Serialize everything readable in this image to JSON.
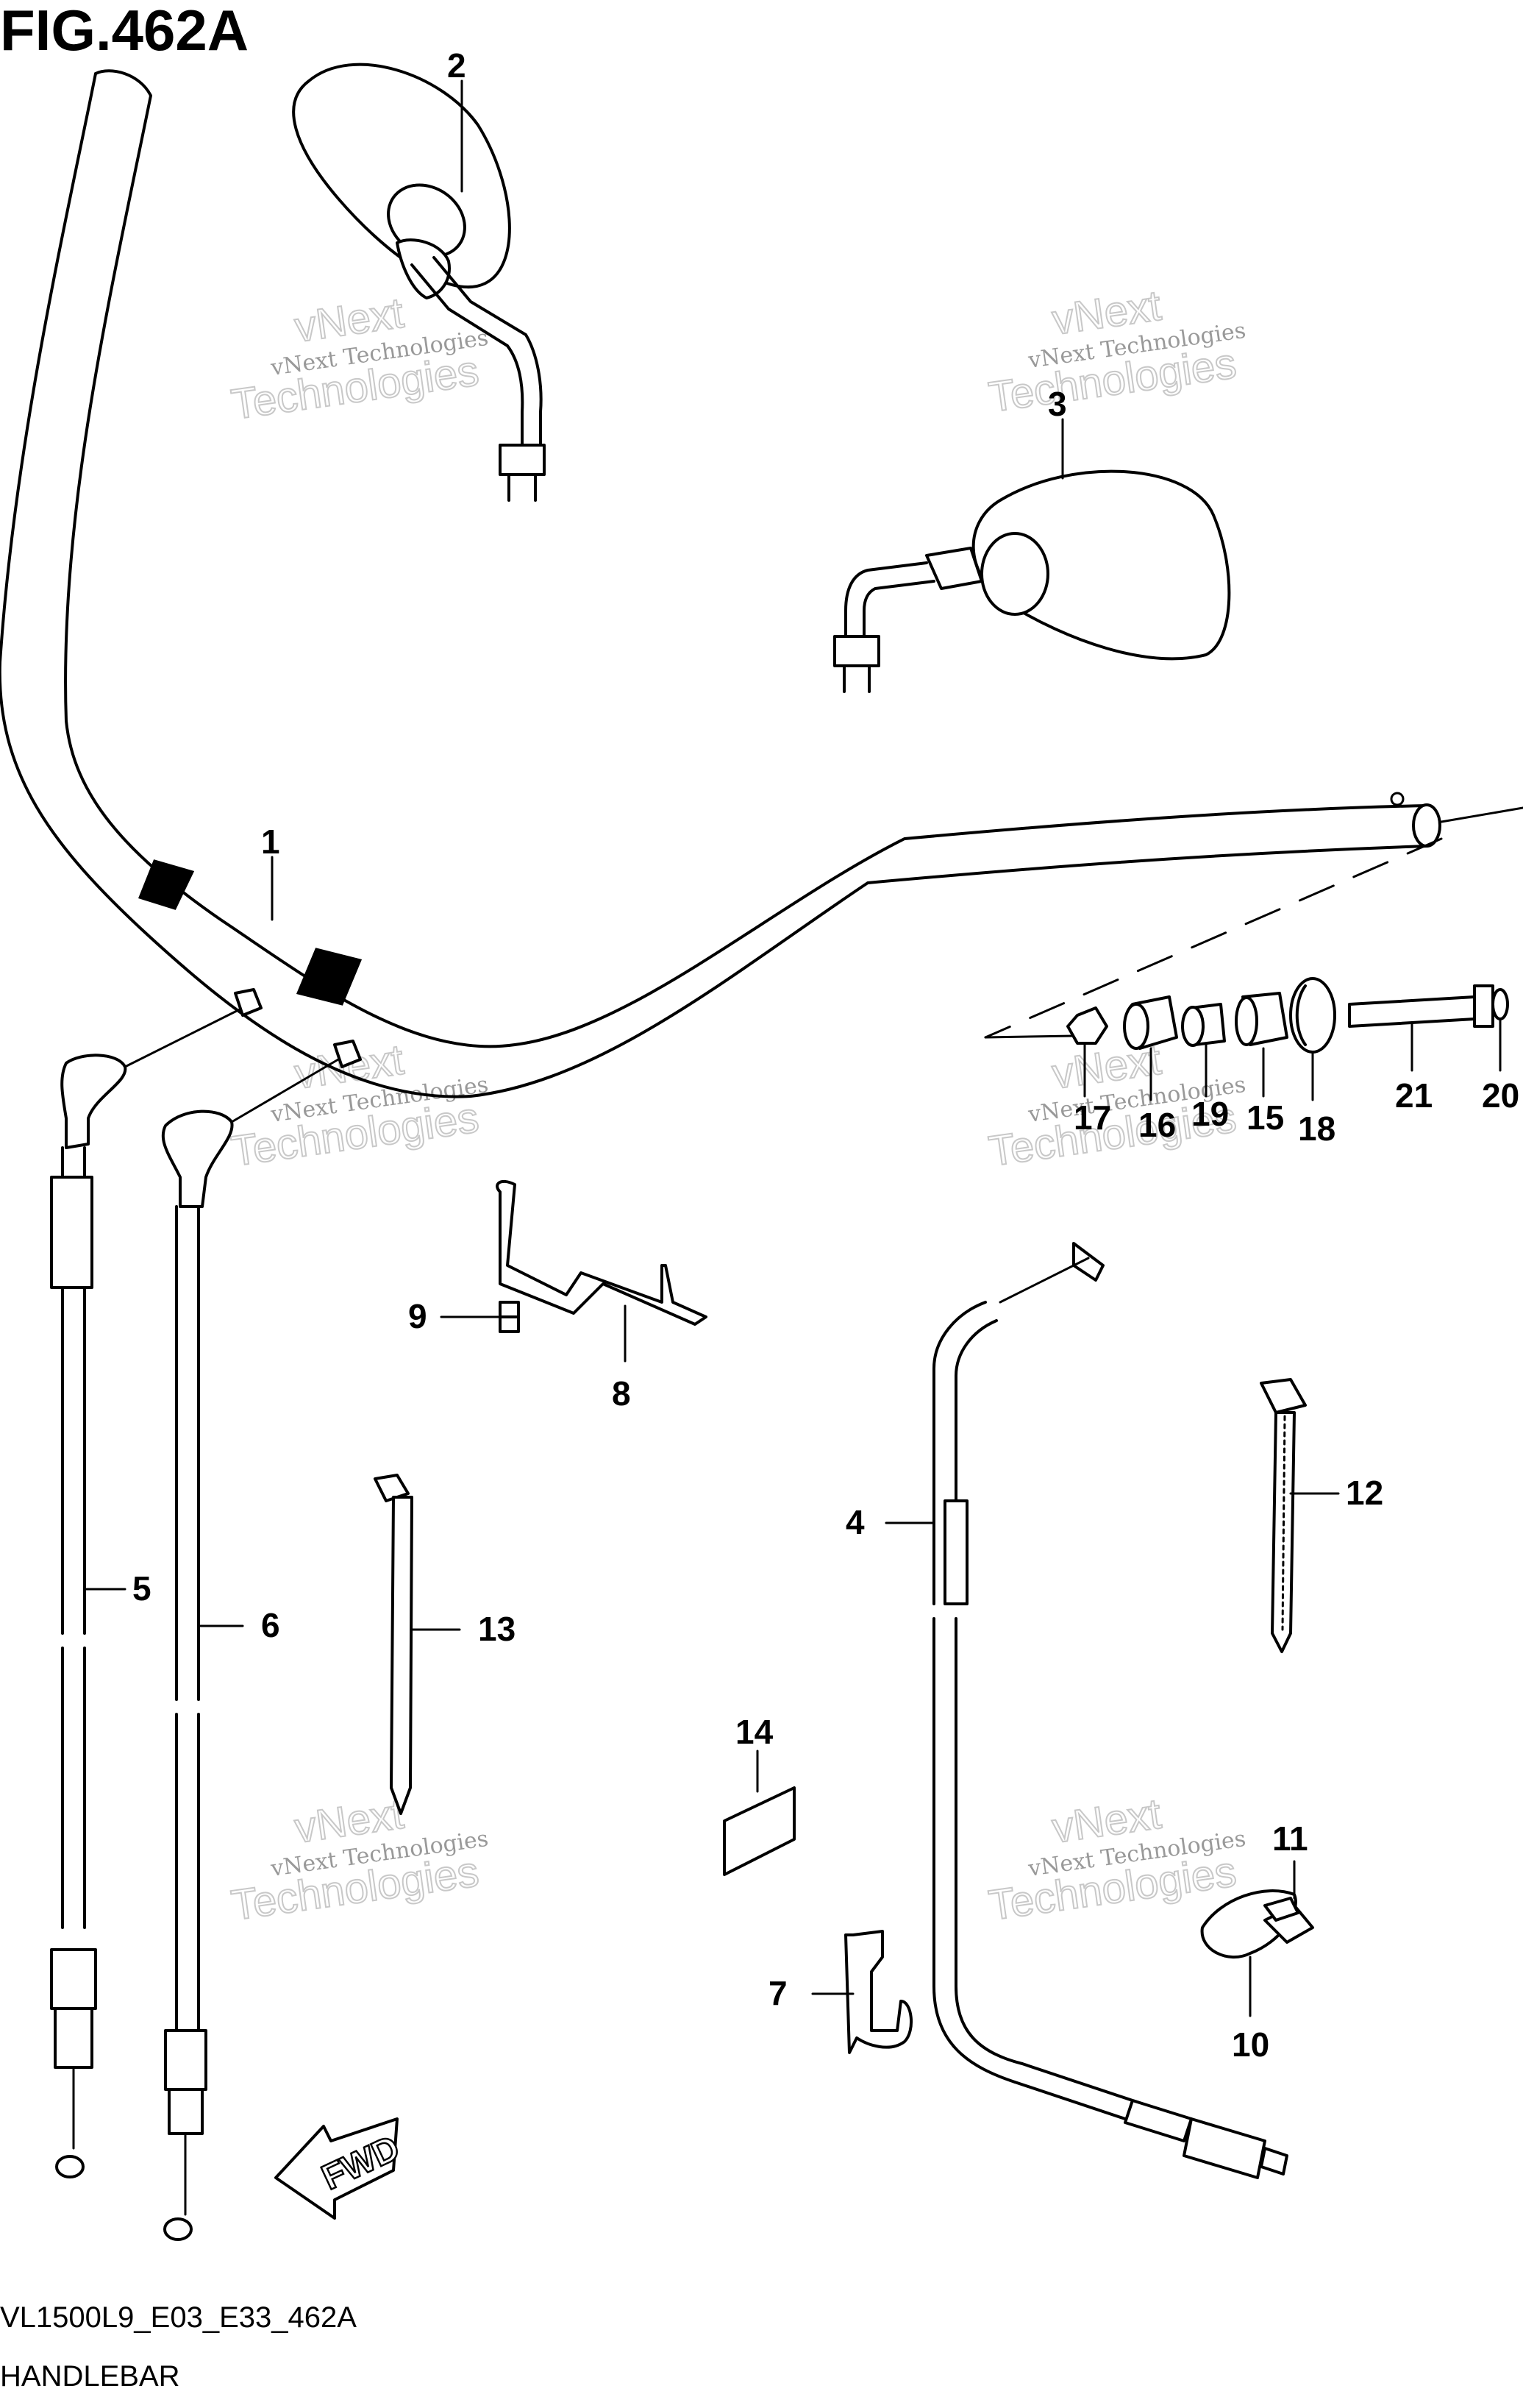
{
  "figure": {
    "title": "FIG.462A",
    "footer_code": "VL1500L9_E03_E33_462A",
    "footer_name": "HANDLEBAR"
  },
  "watermark": {
    "line1": "vNext Technologies",
    "line2": "vNext",
    "line3": "Technologies"
  },
  "fwd_label": "FWD",
  "callouts": {
    "c1": "1",
    "c2": "2",
    "c3": "3",
    "c4": "4",
    "c5": "5",
    "c6": "6",
    "c7": "7",
    "c8": "8",
    "c9": "9",
    "c10": "10",
    "c11": "11",
    "c12": "12",
    "c13": "13",
    "c14": "14",
    "c15": "15",
    "c16": "16",
    "c17": "17",
    "c18": "18",
    "c19": "19",
    "c20": "20",
    "c21": "21"
  }
}
